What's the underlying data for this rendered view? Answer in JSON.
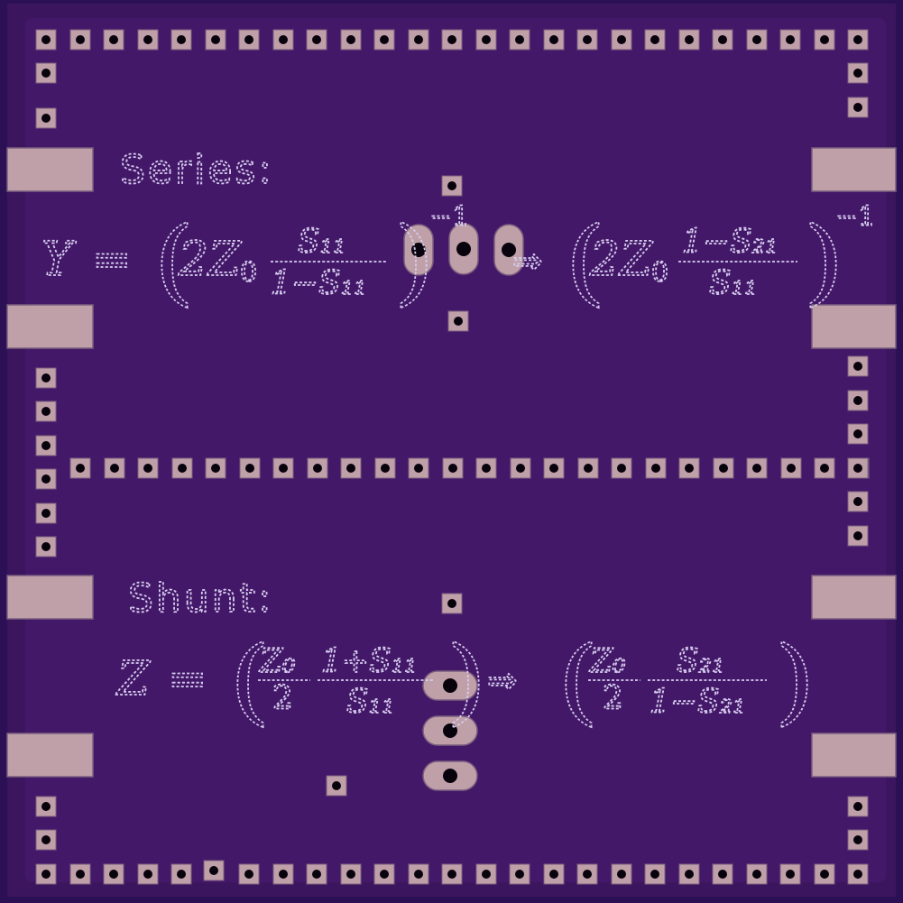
{
  "colors": {
    "board_edge": "#2c1055",
    "board": "#3c155f",
    "copper": "#45186a",
    "pad": "#c0a0a8",
    "pad_edge": "#7a5f7f",
    "drill": "#08020d",
    "silk": "#d6cdee"
  },
  "series": {
    "heading": "Series:",
    "lhs": "Y",
    "eq": "=",
    "coef": "2Z",
    "sub0": "0",
    "num1": "S₁₁",
    "den1": "1−S₁₁",
    "exp": "−1",
    "arrow": "⇒",
    "num2": "1−S₂₁",
    "den2": "S₁₁"
  },
  "shunt": {
    "heading": "Shunt:",
    "lhs": "Z",
    "eq": "=",
    "z0": "Z₀",
    "two": "2",
    "num1": "1+S₁₁",
    "den1": "S₁₁",
    "arrow": "⇒",
    "num2": "S₂₁",
    "den2": "1−S₂₁"
  }
}
